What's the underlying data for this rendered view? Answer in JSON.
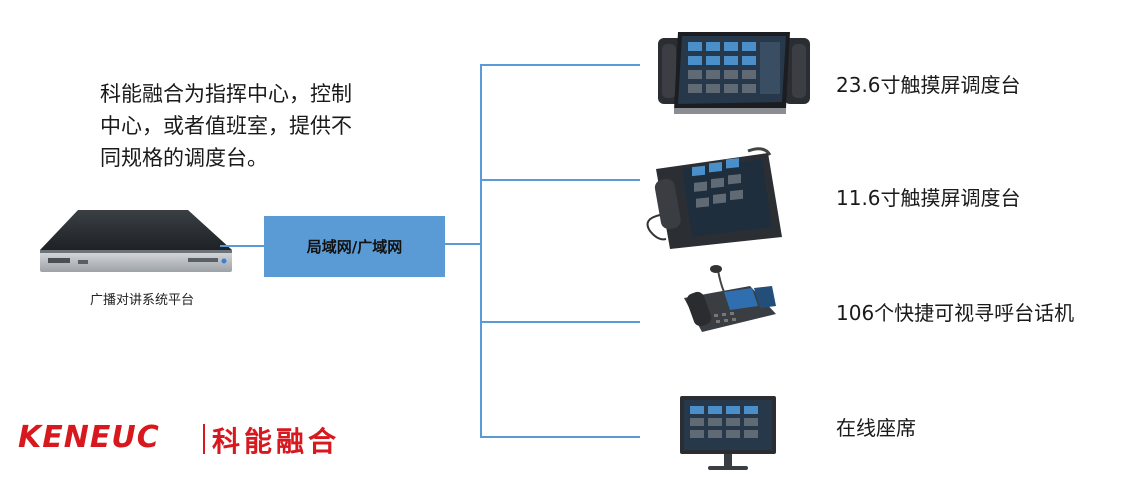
{
  "description": [
    "科能融合为指挥中心，控制",
    "中心，或者值班室，提供不",
    "同规格的调度台。"
  ],
  "server": {
    "caption": "广播对讲系统平台"
  },
  "network": {
    "label": "局域网/广域网"
  },
  "devices": [
    {
      "label": "23.6寸触摸屏调度台",
      "icon": "large-touchscreen-console-icon"
    },
    {
      "label": "11.6寸触摸屏调度台",
      "icon": "small-touchscreen-console-icon"
    },
    {
      "label": "106个快捷可视寻呼台话机",
      "icon": "video-paging-phone-icon"
    },
    {
      "label": "在线座席",
      "icon": "monitor-icon"
    }
  ],
  "logo": {
    "brand": "KENEUC",
    "cn": "科能融合"
  },
  "colors": {
    "accent": "#5b9bd5",
    "logo": "#d7191f"
  }
}
